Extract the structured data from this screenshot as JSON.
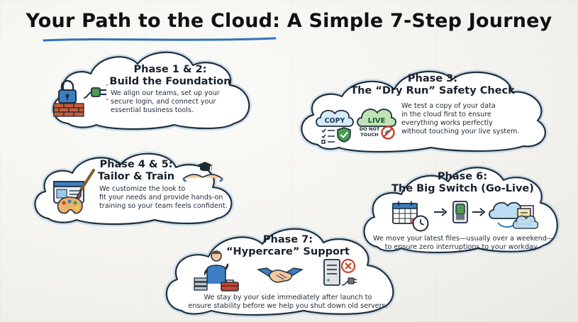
{
  "title": "Your Path to the Cloud: A Simple 7-Step Journey",
  "phases": [
    {
      "heading_1": "Phase 1 & 2:",
      "heading_2": "Build the Foundation",
      "lines": [
        "We align our teams, set up your",
        "secure login, and connect your",
        "essential business tools."
      ]
    },
    {
      "heading_1": "Phase 3:",
      "heading_2": "The “Dry Run” Safety Check",
      "lines": [
        "We test a copy of your data",
        "in the cloud first to ensure",
        "everything works perfectly",
        "without touching your live system."
      ],
      "copy_label": "COPY",
      "live_label": "LIVE",
      "do_not_touch_1": "DO NOT",
      "do_not_touch_2": "TOUCH"
    },
    {
      "heading_1": "Phase 4 & 5:",
      "heading_2": "Tailor & Train",
      "lines": [
        "We customize the look to",
        "fit your needs and provide hands-on",
        "training so your team feels confident."
      ]
    },
    {
      "heading_1": "Phase 6:",
      "heading_2": "The Big Switch (Go-Live)",
      "lines": [
        "We move your latest files—usually over a weekend—",
        "to ensure zero interruptions to your workday."
      ]
    },
    {
      "heading_1": "Phase 7:",
      "heading_2": "“Hypercare” Support",
      "lines": [
        "We stay by your side immediately after launch to",
        "ensure stability before we help you shut down old servers."
      ]
    }
  ],
  "icons": {
    "phase1": [
      "padlock-icon",
      "brick-wall-icon",
      "power-plug-icon"
    ],
    "phase3": [
      "copy-cloud-icon",
      "checklist-icon",
      "shield-check-icon",
      "live-cloud-icon",
      "no-entry-icon"
    ],
    "phase45": [
      "browser-window-icon",
      "paint-palette-icon",
      "paintbrush-icon",
      "graduation-cap-icon",
      "hands-icon"
    ],
    "phase6": [
      "calendar-icon",
      "clock-icon",
      "arrow-right-icon",
      "toggle-switch-icon",
      "cloud-sync-icon",
      "documents-icon"
    ],
    "phase7": [
      "support-person-icon",
      "toolbox-icon",
      "server-stack-icon",
      "handshake-icon",
      "server-icon",
      "cancel-icon"
    ]
  },
  "colors": {
    "outline": "#22303d",
    "cloud_glow": "#a9cbe6",
    "accent_blue": "#2f74b5",
    "accent_green": "#3f9a4a",
    "accent_red": "#c9432c",
    "accent_orange": "#e08a2c"
  }
}
